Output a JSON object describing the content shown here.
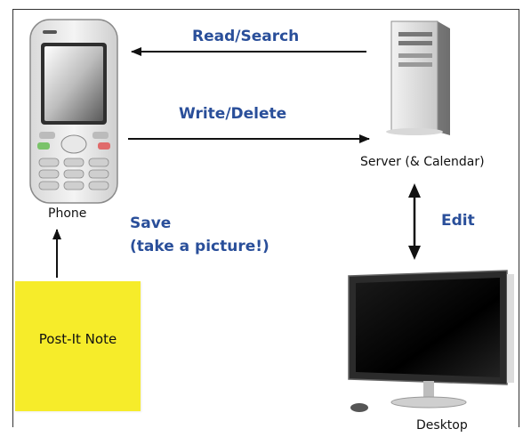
{
  "nodes": {
    "phone_label": "Phone",
    "server_label": "Server (& Calendar)",
    "desktop_label": "Desktop",
    "note_label": "Post-It Note"
  },
  "edges": {
    "read_search": "Read/Search",
    "write_delete": "Write/Delete",
    "edit": "Edit",
    "save_line1": "Save",
    "save_line2": "(take a picture!)"
  },
  "colors": {
    "label_blue": "#2a4f9a",
    "note_yellow": "#f6ec2a",
    "arrow": "#111111"
  },
  "icons": [
    "phone-icon",
    "server-icon",
    "desktop-monitor-icon",
    "mouse-icon"
  ]
}
